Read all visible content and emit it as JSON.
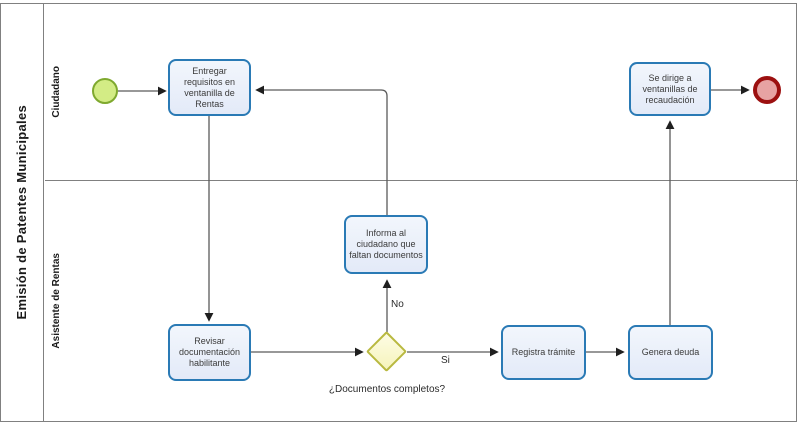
{
  "pool": {
    "title": "Emisión de Patentes Municipales"
  },
  "lanes": [
    {
      "label": "Ciudadano"
    },
    {
      "label": "Asistente de Rentas"
    }
  ],
  "tasks": {
    "entregar": "Entregar requisitos en ventanilla de Rentas",
    "se_dirige": "Se dirige a ventanillas de recaudación",
    "informa": "Informa al ciudadano que faltan documentos",
    "revisar": "Revisar documentación habilitante",
    "registra": "Registra trámite",
    "genera": "Genera deuda"
  },
  "labels": {
    "gateway_question": "¿Documentos completos?",
    "no": "No",
    "si": "Si"
  },
  "colors": {
    "task_border": "#2a7ab5",
    "task_fill_top": "#f2f6fc",
    "task_fill_bot": "#e3eaf8",
    "start_fill": "#d3ec85",
    "start_border": "#7fa92f",
    "end_fill": "#e7a3a3",
    "end_border": "#9c1010",
    "gw_fill_top": "#fdfce4",
    "gw_fill_bot": "#f6f4bc",
    "gw_border": "#b9b940",
    "line": "#808080",
    "flow": "#5a5a5a"
  }
}
